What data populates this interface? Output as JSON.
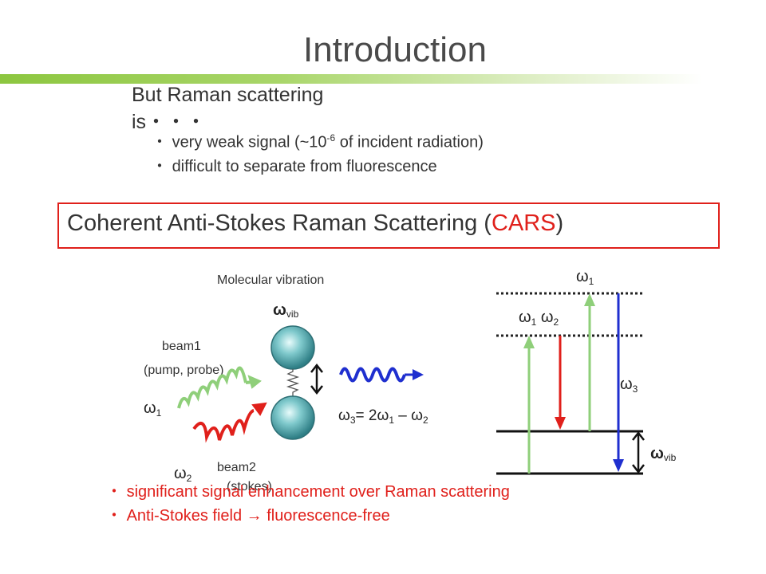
{
  "slide": {
    "title": "Introduction",
    "intro_heading": "But Raman scattering is・・・",
    "intro_points": [
      {
        "bullet": "・",
        "pre": "very weak signal (~10",
        "sup": "-6",
        "post": " of incident radiation)"
      },
      {
        "bullet": "・",
        "text": "difficult to separate from fluorescence"
      }
    ],
    "cars_heading": {
      "pre": "Coherent Anti-Stokes Raman Scattering (",
      "acronym": "CARS",
      "post": ")"
    },
    "bottom_points": [
      {
        "bullet": "・",
        "text": "significant signal enhancement over Raman scattering"
      },
      {
        "bullet": "・",
        "text": "Anti-Stokes field  → fluorescence-free"
      }
    ]
  },
  "molecule": {
    "label": "Molecular vibration",
    "vib_symbol": "ω",
    "vib_sub": "vib",
    "beam1_label": "beam1",
    "beam1_desc": "(pump, probe)",
    "beam1_omega": "ω",
    "beam1_omega_sub": "1",
    "beam2_label": "beam2",
    "beam2_desc": "(stokes)",
    "beam2_omega": "ω",
    "beam2_omega_sub": "2",
    "output_eq": {
      "a": "ω",
      "a_sub": "3",
      "b": "= 2ω",
      "b_sub": "1",
      "c": " – ω",
      "c_sub": "2"
    }
  },
  "energy_diagram": {
    "top_label": "ω",
    "top_sub": "1",
    "mid_label_a": "ω",
    "mid_sub_a": "1",
    "mid_label_b": "ω",
    "mid_sub_b": "2",
    "right_label": "ω",
    "right_sub": "3",
    "vib_label": "ω",
    "vib_sub": "vib"
  },
  "colors": {
    "accent_red": "#e0201b",
    "green_beam": "#8fcf7a",
    "blue_beam": "#1f2fcf",
    "title_bar_green": "#8cc63f"
  }
}
